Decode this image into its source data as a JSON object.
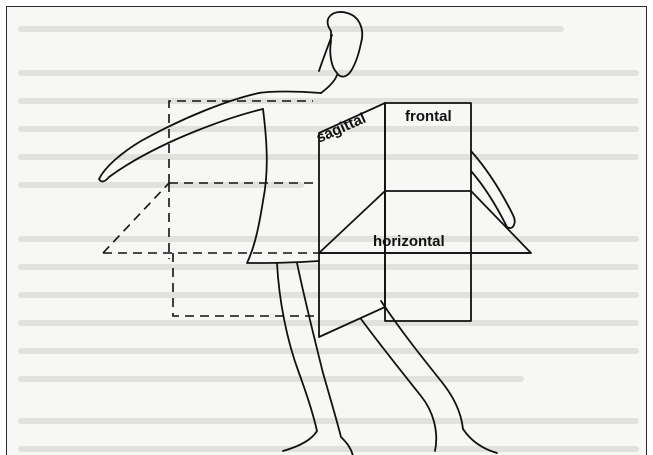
{
  "labels": {
    "sagittal": "sagittal",
    "frontal": "frontal",
    "horizontal": "horizontal"
  },
  "colors": {
    "line": "#111111",
    "background": "#f7f7f5",
    "ghost_text": "#d9d9d6"
  }
}
